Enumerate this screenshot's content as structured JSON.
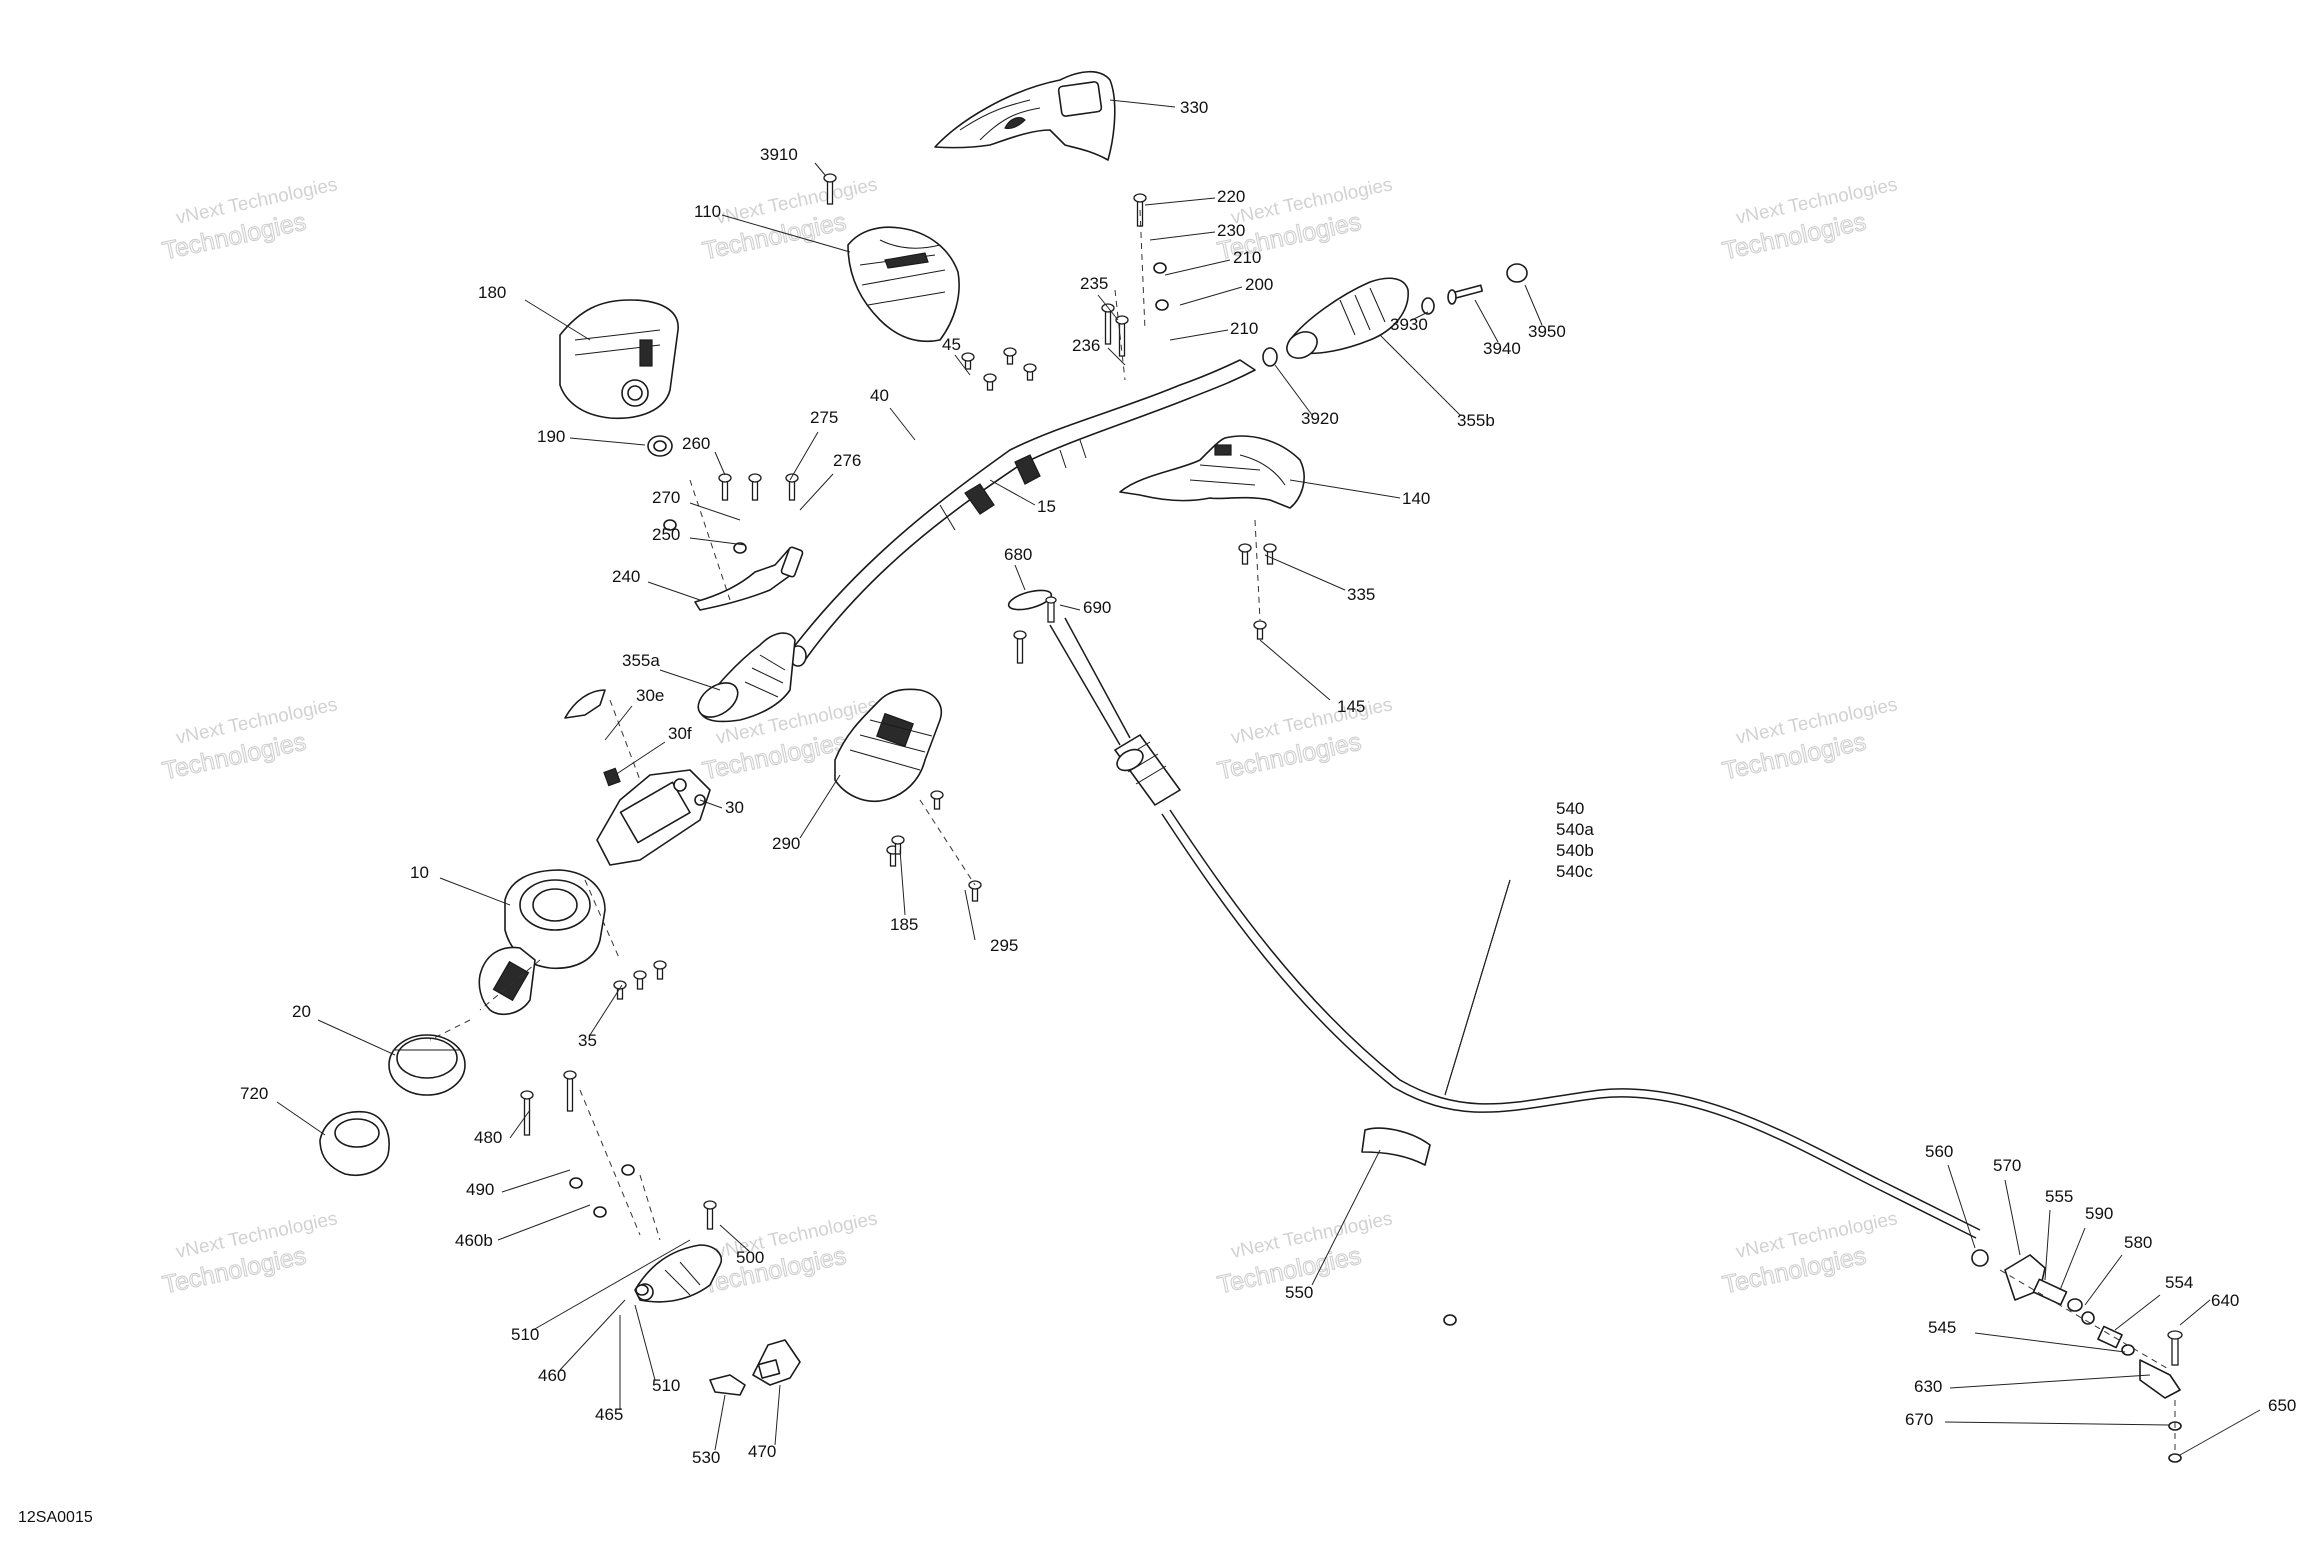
{
  "diagram": {
    "drawing_code": "12SA0015",
    "watermark": {
      "line1": "vNext Technologies",
      "line2": "Technologies"
    },
    "callouts": [
      {
        "id": "330",
        "label": "330"
      },
      {
        "id": "3910",
        "label": "3910"
      },
      {
        "id": "110",
        "label": "110"
      },
      {
        "id": "220",
        "label": "220"
      },
      {
        "id": "230",
        "label": "230"
      },
      {
        "id": "210a",
        "label": "210"
      },
      {
        "id": "200",
        "label": "200"
      },
      {
        "id": "210b",
        "label": "210"
      },
      {
        "id": "235",
        "label": "235"
      },
      {
        "id": "236",
        "label": "236"
      },
      {
        "id": "3950",
        "label": "3950"
      },
      {
        "id": "3940",
        "label": "3940"
      },
      {
        "id": "3930",
        "label": "3930"
      },
      {
        "id": "3920",
        "label": "3920"
      },
      {
        "id": "355b",
        "label": "355b"
      },
      {
        "id": "180",
        "label": "180"
      },
      {
        "id": "190",
        "label": "190"
      },
      {
        "id": "45",
        "label": "45"
      },
      {
        "id": "40",
        "label": "40"
      },
      {
        "id": "275",
        "label": "275"
      },
      {
        "id": "260",
        "label": "260"
      },
      {
        "id": "276",
        "label": "276"
      },
      {
        "id": "270",
        "label": "270"
      },
      {
        "id": "250",
        "label": "250"
      },
      {
        "id": "240",
        "label": "240"
      },
      {
        "id": "15",
        "label": "15"
      },
      {
        "id": "140",
        "label": "140"
      },
      {
        "id": "335",
        "label": "335"
      },
      {
        "id": "145",
        "label": "145"
      },
      {
        "id": "680",
        "label": "680"
      },
      {
        "id": "690",
        "label": "690"
      },
      {
        "id": "355a",
        "label": "355a"
      },
      {
        "id": "30e",
        "label": "30e"
      },
      {
        "id": "30f",
        "label": "30f"
      },
      {
        "id": "30",
        "label": "30"
      },
      {
        "id": "290",
        "label": "290"
      },
      {
        "id": "185",
        "label": "185"
      },
      {
        "id": "295",
        "label": "295"
      },
      {
        "id": "10",
        "label": "10"
      },
      {
        "id": "35",
        "label": "35"
      },
      {
        "id": "20",
        "label": "20"
      },
      {
        "id": "720",
        "label": "720"
      },
      {
        "id": "480",
        "label": "480"
      },
      {
        "id": "490",
        "label": "490"
      },
      {
        "id": "460b",
        "label": "460b"
      },
      {
        "id": "500",
        "label": "500"
      },
      {
        "id": "510a",
        "label": "510"
      },
      {
        "id": "460",
        "label": "460"
      },
      {
        "id": "510b",
        "label": "510"
      },
      {
        "id": "465",
        "label": "465"
      },
      {
        "id": "530",
        "label": "530"
      },
      {
        "id": "470",
        "label": "470"
      },
      {
        "id": "540",
        "label": "540"
      },
      {
        "id": "540a",
        "label": "540a"
      },
      {
        "id": "540b",
        "label": "540b"
      },
      {
        "id": "540c",
        "label": "540c"
      },
      {
        "id": "550",
        "label": "550"
      },
      {
        "id": "560",
        "label": "560"
      },
      {
        "id": "570",
        "label": "570"
      },
      {
        "id": "555",
        "label": "555"
      },
      {
        "id": "590",
        "label": "590"
      },
      {
        "id": "580",
        "label": "580"
      },
      {
        "id": "554",
        "label": "554"
      },
      {
        "id": "640",
        "label": "640"
      },
      {
        "id": "545",
        "label": "545"
      },
      {
        "id": "630",
        "label": "630"
      },
      {
        "id": "670",
        "label": "670"
      },
      {
        "id": "650",
        "label": "650"
      }
    ]
  }
}
